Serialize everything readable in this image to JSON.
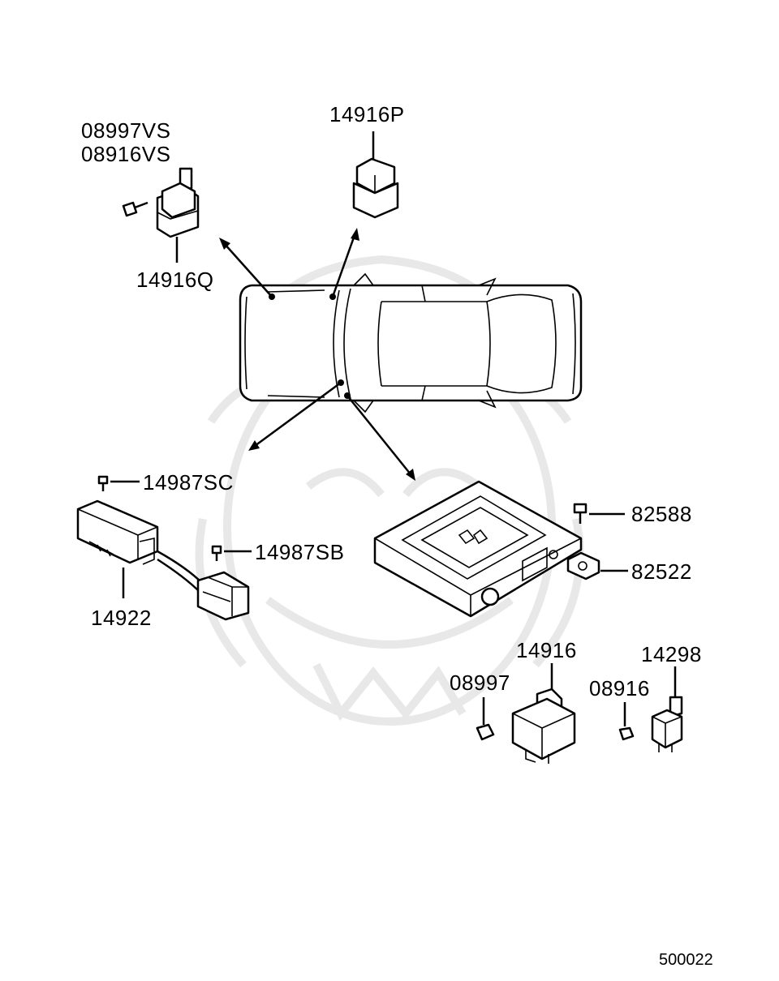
{
  "labels": {
    "p08997VS": "08997VS",
    "p08916VS": "08916VS",
    "p14916Q": "14916Q",
    "p14916P": "14916P",
    "p14987SC": "14987SC",
    "p14987SB": "14987SB",
    "p14922": "14922",
    "p82588": "82588",
    "p82522": "82522",
    "p14916": "14916",
    "p08997": "08997",
    "p08916": "08916",
    "p14298": "14298"
  },
  "diagram_id": "500022",
  "icons": {
    "car": "car-top-view-icon",
    "relay": "relay-icon",
    "bolt": "bolt-icon",
    "ecu": "control-unit-icon",
    "watermark": "mask-watermark-icon"
  }
}
